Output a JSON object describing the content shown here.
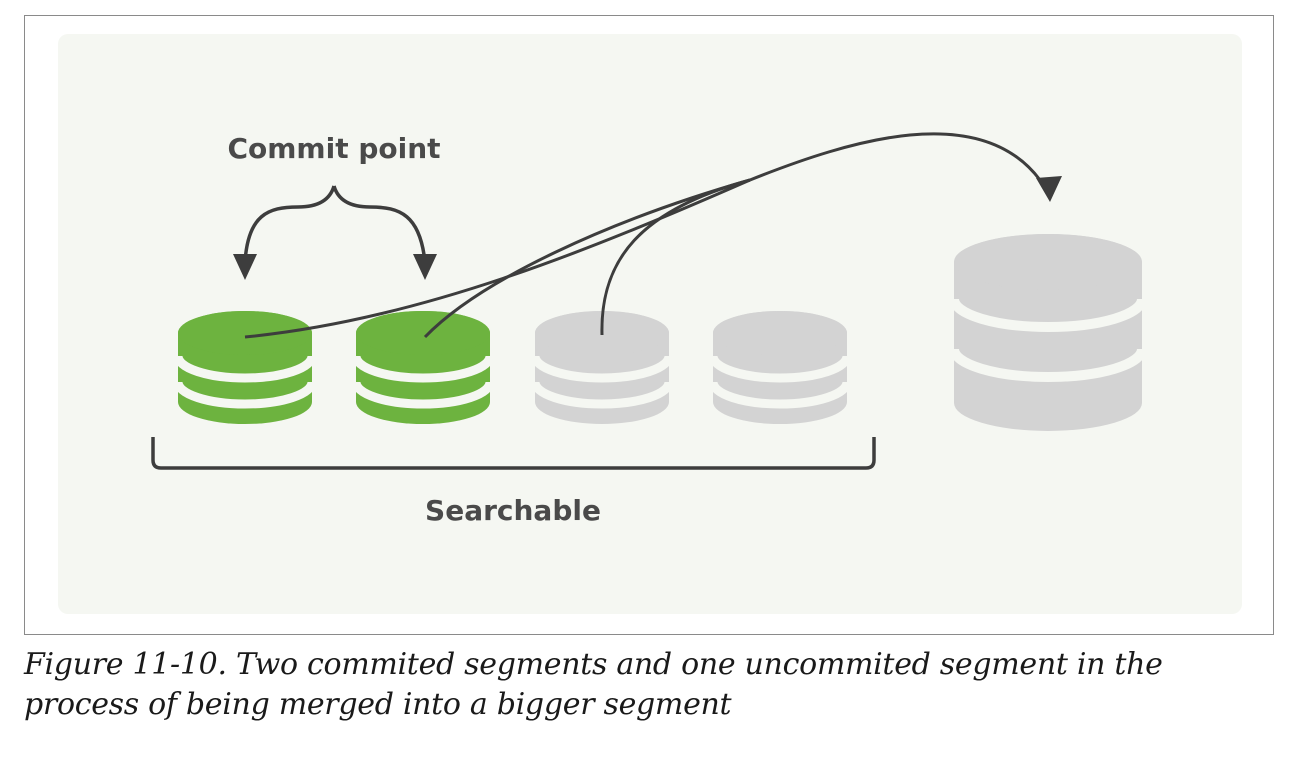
{
  "diagram": {
    "commit_point_label": "Commit point",
    "searchable_label": "Searchable",
    "colors": {
      "committed": "#6db33f",
      "uncommitted": "#d3d3d3",
      "panel": "#f5f7f2",
      "line": "#3d3d3d",
      "text": "#4a4a4a"
    },
    "segments": [
      {
        "name": "segment-1",
        "state": "committed"
      },
      {
        "name": "segment-2",
        "state": "committed"
      },
      {
        "name": "segment-3",
        "state": "uncommitted"
      },
      {
        "name": "segment-4",
        "state": "uncommitted"
      },
      {
        "name": "merged-segment",
        "state": "merged"
      }
    ]
  },
  "caption": {
    "figure_number": "Figure 11-10.",
    "text": "Two commited segments and one uncommited segment in the process of being merged into a bigger segment"
  }
}
